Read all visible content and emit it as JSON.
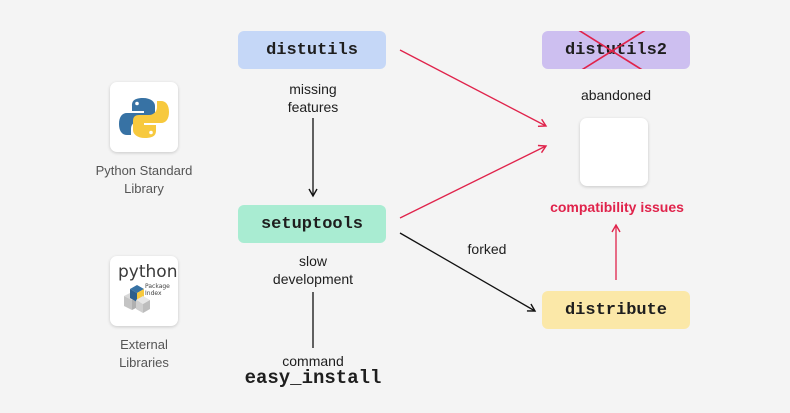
{
  "nodes": {
    "distutils": "distutils",
    "setuptools": "setuptools",
    "distutils2": "distutils2",
    "distribute": "distribute"
  },
  "labels": {
    "missing_features_line1": "missing",
    "missing_features_line2": "features",
    "slow_development_line1": "slow",
    "slow_development_line2": "development",
    "command_label": "command",
    "command_value": "easy_install",
    "forked": "forked",
    "abandoned": "abandoned",
    "compatibility_issues": "compatibility issues",
    "python_std_lib_line1": "Python Standard",
    "python_std_lib_line2": "Library",
    "external_libs_line1": "External",
    "external_libs_line2": "Libraries"
  },
  "pypi_logo": {
    "word": "python",
    "subtext_line1": "Package",
    "subtext_line2": "Index"
  },
  "colors": {
    "background": "#f4f4f4",
    "distutils_box": "#c5d7f7",
    "setuptools_box": "#a9ecd2",
    "distutils2_box": "#cdbff0",
    "distribute_box": "#fbe8a8",
    "red_accent": "#e0234b",
    "python_blue": "#3772a4",
    "python_yellow": "#f7c93e"
  }
}
